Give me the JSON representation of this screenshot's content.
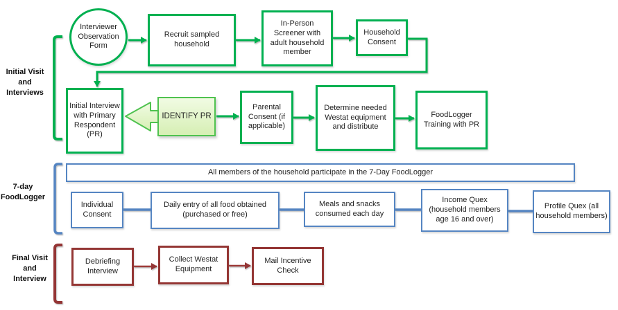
{
  "sections": {
    "initial_visit": {
      "label": "Initial Visit\nand\nInterviews"
    },
    "foodlogger": {
      "label": "7-day\nFoodLogger"
    },
    "final_visit": {
      "label": "Final Visit\nand\nInterview"
    }
  },
  "nodes": {
    "interviewer_observation_form": "Interviewer Observation Form",
    "recruit_sampled_household": "Recruit sampled household",
    "in_person_screener": "In-Person Screener with adult household member",
    "household_consent": "Household Consent",
    "initial_interview_pr": "Initial Interview with Primary Respondent (PR)",
    "identify_pr": "IDENTIFY PR",
    "parental_consent": "Parental Consent (if applicable)",
    "determine_equipment": "Determine needed Westat equipment and distribute",
    "foodlogger_training": "FoodLogger Training with PR",
    "all_members_banner": "All members of the household participate in the 7-Day FoodLogger",
    "individual_consent": "Individual Consent",
    "daily_entry": "Daily entry of all food obtained (purchased or free)",
    "meals_snacks": "Meals and snacks consumed each day",
    "income_quex": "Income Quex (household members age 16 and over)",
    "profile_quex": "Profile Quex (all household members)",
    "debriefing_interview": "Debriefing Interview",
    "collect_westat_equipment": "Collect Westat Equipment",
    "mail_incentive_check": "Mail Incentive Check"
  },
  "edges": [
    {
      "from": "interviewer_observation_form",
      "to": "recruit_sampled_household"
    },
    {
      "from": "recruit_sampled_household",
      "to": "in_person_screener"
    },
    {
      "from": "in_person_screener",
      "to": "household_consent"
    },
    {
      "from": "household_consent",
      "to": "initial_interview_pr"
    },
    {
      "from": "identify_pr",
      "to": "initial_interview_pr"
    },
    {
      "from": "identify_pr",
      "to": "parental_consent"
    },
    {
      "from": "parental_consent",
      "to": "determine_equipment"
    },
    {
      "from": "determine_equipment",
      "to": "foodlogger_training"
    },
    {
      "from": "individual_consent",
      "to": "daily_entry"
    },
    {
      "from": "daily_entry",
      "to": "meals_snacks"
    },
    {
      "from": "meals_snacks",
      "to": "income_quex"
    },
    {
      "from": "income_quex",
      "to": "profile_quex"
    },
    {
      "from": "debriefing_interview",
      "to": "collect_westat_equipment"
    },
    {
      "from": "collect_westat_equipment",
      "to": "mail_incentive_check"
    }
  ],
  "colors": {
    "green": "#00B050",
    "identify_border": "#4fc24f",
    "identify_fill_top": "#f1fbe3",
    "identify_fill_bottom": "#d6efb4",
    "blue": "#5585C2",
    "dark_red": "#943634",
    "text": "#1f1f1f"
  }
}
